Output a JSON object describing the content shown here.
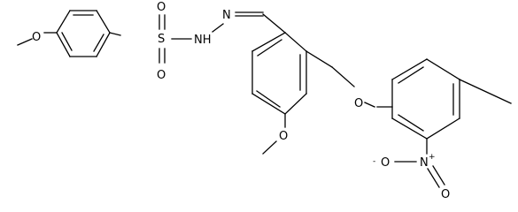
{
  "image": {
    "kind": "chemical-structure",
    "background": "#ffffff",
    "ink": "#000000"
  },
  "atoms": {
    "methoxy_o_left": "O",
    "sulfonyl_s": "S",
    "sulfonyl_o_top": "O",
    "sulfonyl_o_bottom": "O",
    "hydrazone_nh": "NH",
    "hydrazone_n": "N",
    "ether_o": "O",
    "methoxy_o_mid": "O",
    "nitro_n": "N",
    "nitro_n_charge": "+",
    "nitro_o_minus": "O",
    "nitro_o_minus_charge": "-",
    "nitro_o": "O"
  }
}
